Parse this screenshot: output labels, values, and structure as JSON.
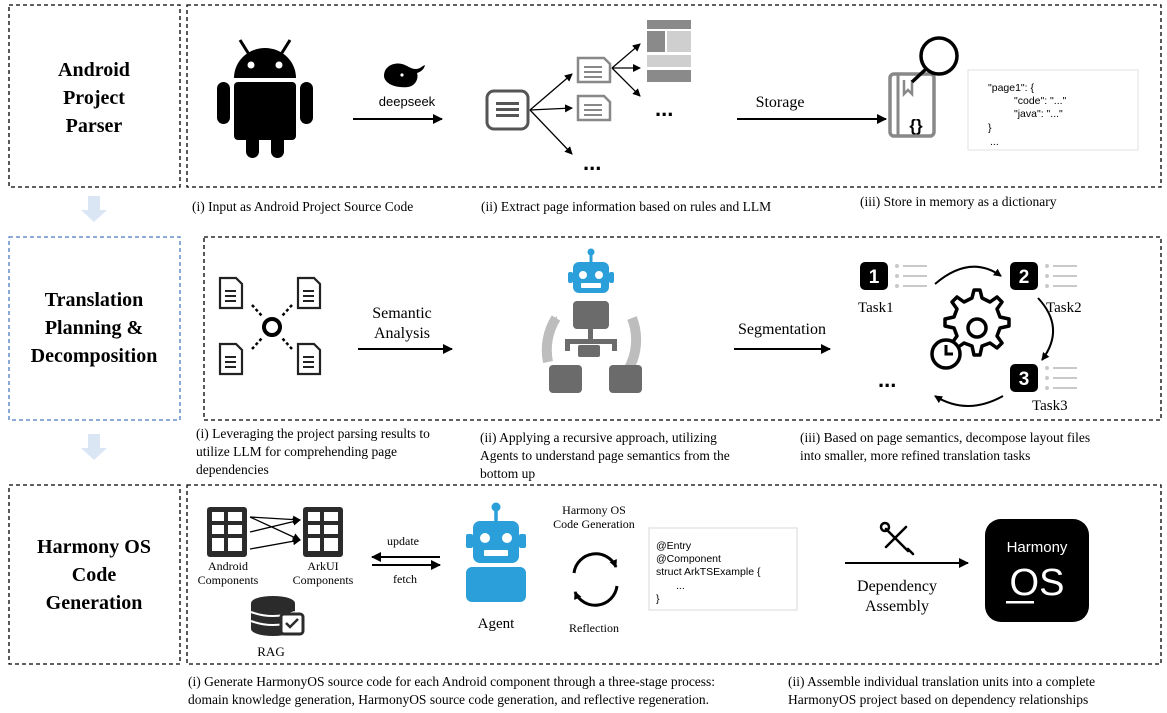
{
  "stages": [
    {
      "title": [
        "Android",
        "Project",
        "Parser"
      ]
    },
    {
      "title": [
        "Translation",
        "Planning &",
        "Decomposition"
      ]
    },
    {
      "title": [
        "Harmony OS",
        "Code",
        "Generation"
      ]
    }
  ],
  "parser": {
    "llm_label": "deepseek",
    "storage_label": "Storage",
    "ellipsis": "...",
    "dict_lines": [
      "\"page1\": {",
      "\"code\": \"...\"",
      "\"java\": \"...\"",
      "}",
      "..."
    ],
    "captions": [
      "(i) Input as Android Project Source Code",
      "(ii) Extract page information based on rules and LLM",
      "(iii) Store in memory as a dictionary"
    ]
  },
  "planning": {
    "analysis_label": [
      "Semantic",
      "Analysis"
    ],
    "segmentation_label": "Segmentation",
    "task_numbers": [
      "1",
      "2",
      "3"
    ],
    "task_labels": [
      "Task1",
      "Task2",
      "Task3"
    ],
    "ellipsis": "...",
    "captions": [
      [
        "(i) Leveraging the project parsing results to",
        "utilize LLM for comprehending page",
        "dependencies"
      ],
      [
        "(ii) Applying a recursive approach, utilizing",
        "Agents to understand page semantics from the",
        "bottom up"
      ],
      [
        "(iii) Based on page semantics, decompose layout files",
        "into smaller, more refined translation tasks"
      ]
    ]
  },
  "generation": {
    "android_components": [
      "Android",
      "Components"
    ],
    "arkui_components": [
      "ArkUI",
      "Components"
    ],
    "update_label": "update",
    "fetch_label": "fetch",
    "rag_label": "RAG",
    "agent_label": "Agent",
    "codegen_label": [
      "Harmony OS",
      "Code Generation"
    ],
    "reflection_label": "Reflection",
    "code_lines": [
      "@Entry",
      "@Component",
      "struct ArkTSExample {",
      "...",
      "}"
    ],
    "assembly_label": [
      "Dependency",
      "Assembly"
    ],
    "logo_text": [
      "Harmony",
      "OS"
    ],
    "captions": [
      [
        "(i) Generate HarmonyOS source code for each Android component through a three-stage process:",
        "domain knowledge generation, HarmonyOS source code generation, and reflective regeneration."
      ],
      [
        "(ii) Assemble individual translation units into a complete",
        "HarmonyOS project based on dependency relationships"
      ]
    ]
  },
  "colors": {
    "accent": "#2b9fd9",
    "arrow_down": "#dbe6f5",
    "gray": "#6b6b6b",
    "light_gray": "#bdbdbd",
    "dashed_blue": "#4a7bc0"
  }
}
